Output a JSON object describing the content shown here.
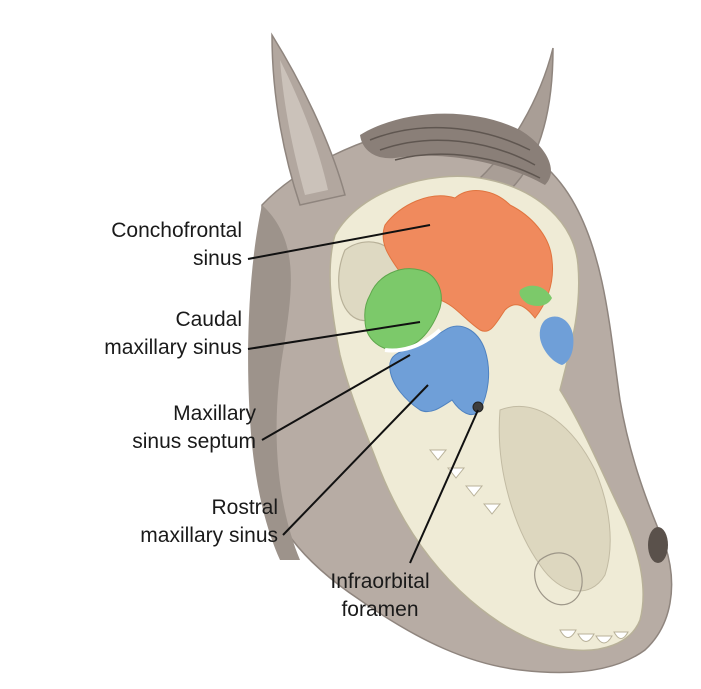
{
  "labels": {
    "conchofrontal": {
      "line1": "Conchofrontal",
      "line2": "sinus"
    },
    "caudal": {
      "line1": "Caudal",
      "line2": "maxillary sinus"
    },
    "septum": {
      "line1": "Maxillary",
      "line2": "sinus septum"
    },
    "rostral": {
      "line1": "Rostral",
      "line2": "maxillary sinus"
    },
    "infraorbital": {
      "line1": "Infraorbital",
      "line2": "foramen"
    }
  },
  "colors": {
    "conchofrontal_sinus": "#f08a5d",
    "caudal_maxillary_sinus": "#7cc96a",
    "rostral_maxillary_sinus": "#6f9fd8",
    "skull": "#efebd6",
    "head_skin": "#b7aca4",
    "mane": "#8a7f78"
  }
}
